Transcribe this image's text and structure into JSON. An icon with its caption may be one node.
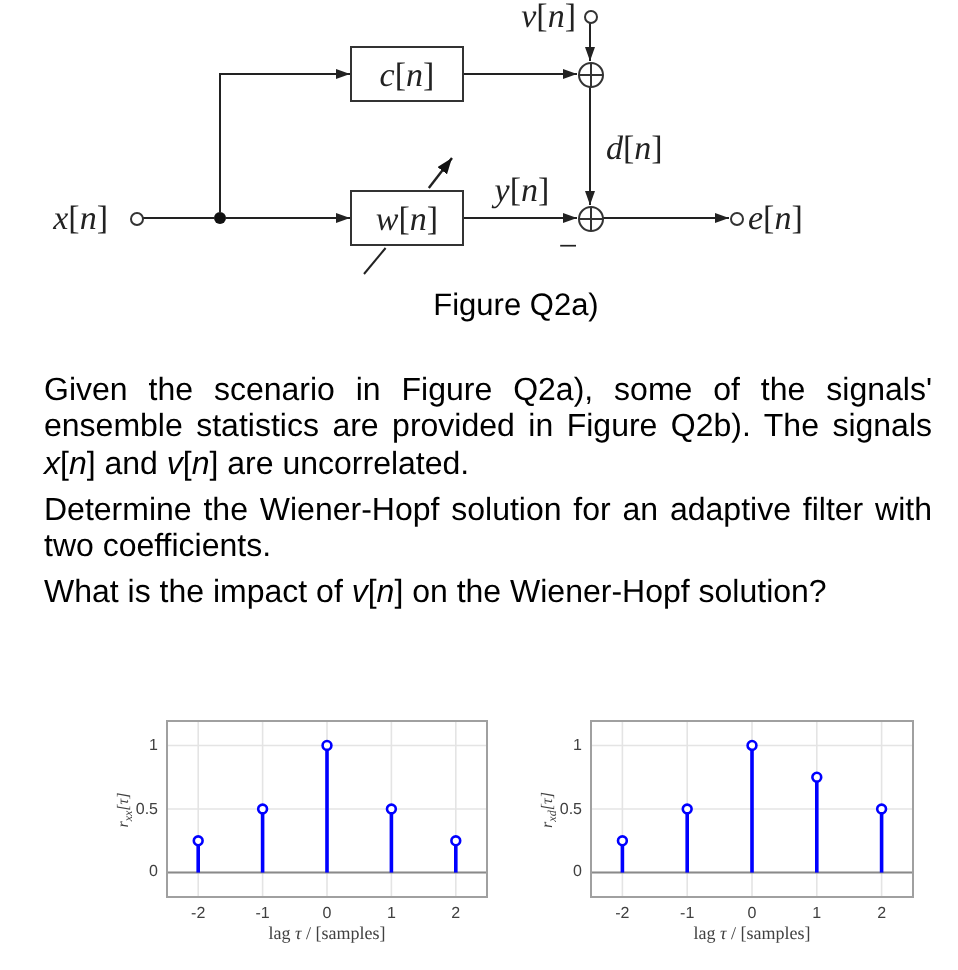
{
  "diagram": {
    "caption": "Figure Q2a)",
    "nodes": [
      {
        "text": [],
        "shape": "circle",
        "beside": [
          "*x*[*n*]"
        ]
      },
      {
        "text": [],
        "shape": "dot"
      },
      {
        "text": [
          "*c*[*n*]"
        ]
      },
      {
        "text": [
          "*w*[*n*]"
        ]
      },
      {
        "text": [],
        "shape": "circle",
        "beside": [
          "*v*[*n*]"
        ]
      },
      {
        "text": [],
        "shape": "adder"
      },
      {
        "text": [],
        "shape": "adder",
        "beside": [
          "−"
        ]
      },
      {
        "text": [],
        "shape": "circle",
        "beside": [
          "*e*[*n*]"
        ]
      }
    ],
    "edges": [
      {
        "from": 0,
        "to": 1,
        "arrow": "none"
      },
      {
        "from": 1,
        "to": 2,
        "arrow": "to"
      },
      {
        "from": 1,
        "to": 3,
        "arrow": "to"
      },
      {
        "from": 2,
        "to": 5,
        "arrow": "to"
      },
      {
        "from": 4,
        "to": 5,
        "arrow": "to"
      },
      {
        "from": 5,
        "to": 6,
        "arrow": "to",
        "label": "*d*[*n*]"
      },
      {
        "from": 3,
        "to": 6,
        "arrow": "to",
        "label": "*y*[*n*]"
      },
      {
        "from": 6,
        "to": 7,
        "arrow": "to"
      }
    ],
    "labels": [
      "Given the scenario in Figure Q2a), some of the signals' ensemble statistics are provided in Figure Q2b). The signals *x*[*n*] and *v*[*n*] are uncorrelated.",
      "Determine the Wiener-Hopf solution for an adaptive filter with two coefficients.",
      "What is the impact of *v*[*n*] on the Wiener-Hopf solution?"
    ],
    "chart_data": [
      {
        "type": "bar",
        "xlabel": "lag *τ* / [samples]",
        "ylabel": "r$_{xx}$[τ]",
        "x": [
          -2,
          -1,
          0,
          1,
          2
        ],
        "series": [
          {
            "color": "#0000ff",
            "values": [
              0.25,
              0.5,
              1,
              0.5,
              0.25
            ]
          }
        ],
        "xlim": [
          -2.5,
          2.5
        ],
        "ylim": [
          -0.2,
          1.2
        ],
        "xticks": [
          -2,
          -1,
          0,
          1,
          2
        ],
        "yticks": [
          0,
          0.5,
          1
        ],
        "grid": true
      },
      {
        "type": "bar",
        "xlabel": "lag *τ* / [samples]",
        "ylabel": "r$_{xd}$[τ]",
        "x": [
          -2,
          -1,
          0,
          1,
          2
        ],
        "series": [
          {
            "color": "#0000ff",
            "values": [
              0.25,
              0.5,
              1,
              0.75,
              0.5
            ]
          }
        ],
        "xlim": [
          -2.5,
          2.5
        ],
        "ylim": [
          -0.2,
          1.2
        ],
        "xticks": [
          -2,
          -1,
          0,
          1,
          2
        ],
        "yticks": [
          0,
          0.5,
          1
        ],
        "grid": true
      }
    ]
  }
}
